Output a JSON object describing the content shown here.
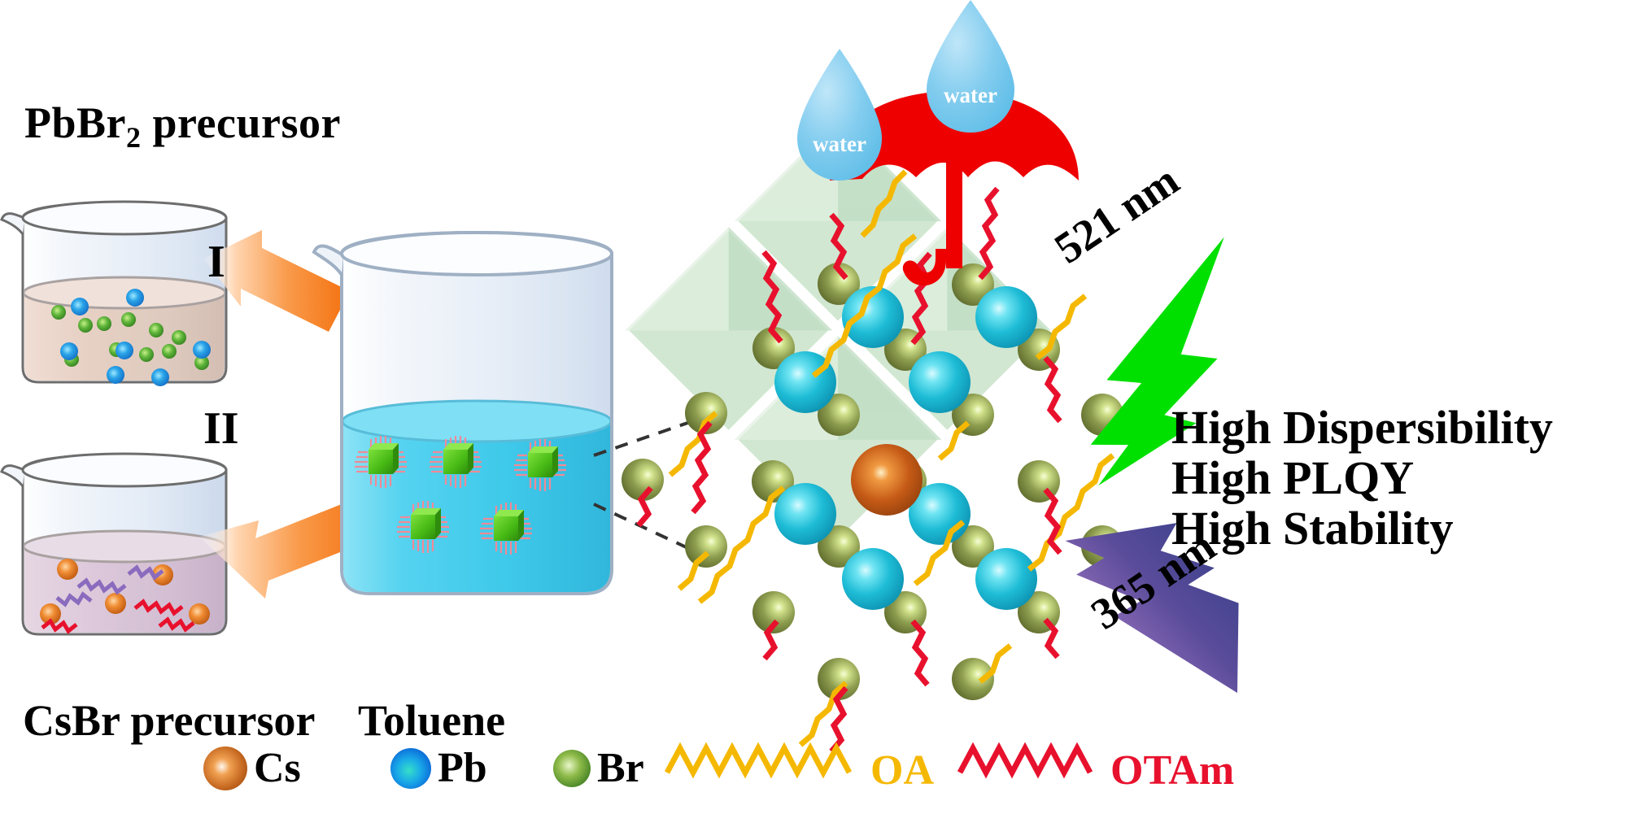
{
  "figure": {
    "type": "scientific-schematic",
    "subject": "CsPbBr3 perovskite quantum dot synthesis and properties"
  },
  "labels": {
    "pbbr2_precursor": "PbBr",
    "pbbr2_subscript": "2",
    "pbbr2_suffix": " precursor",
    "csbr_precursor": "CsBr precursor",
    "toluene": "Toluene",
    "step_one": "I",
    "step_two": "II",
    "water_drop_1": "water",
    "water_drop_2": "water",
    "emission_wavelength": "521 nm",
    "excitation_wavelength": "365 nm"
  },
  "properties": [
    "High Dispersibility",
    "High PLQY",
    "High Stability"
  ],
  "legend": [
    {
      "name": "Cs",
      "label": "Cs",
      "color": "#c4661f",
      "shape": "sphere"
    },
    {
      "name": "Pb",
      "label": "Pb",
      "color": "#19a9e8",
      "shape": "sphere"
    },
    {
      "name": "Br",
      "label": "Br",
      "color": "#3f7f22",
      "shape": "sphere"
    },
    {
      "name": "OA",
      "label": "OA",
      "color": "#F5B800",
      "shape": "zigzag-chain"
    },
    {
      "name": "OTAm",
      "label": "OTAm",
      "color": "#E8112D",
      "shape": "zigzag-chain"
    }
  ],
  "colors": {
    "arrow_orange": "#F57C20",
    "emission_green": "#00E000",
    "excitation_purple_start": "#3B3F8F",
    "excitation_purple_end": "#B47FD0",
    "umbrella_red": "#EE0000",
    "water_blue": "#7ECCF0",
    "toluene_liquid": "#45CDEC",
    "pb_sphere": "#16BCD4",
    "br_sphere": "#8a9a52",
    "cs_sphere": "#c4520f",
    "octahedra_green": "#bcdcc0",
    "qd_cube_green": "#4CBB17",
    "ligand_oa": "#F5B800",
    "ligand_otam": "#E8112D",
    "pbbr2_liquid": "#e3cbc0",
    "csbr_liquid": "#d9c4d4"
  },
  "beakers": {
    "pbbr2": {
      "liquid": "#e3cbc0",
      "particles": [
        "Pb",
        "Br"
      ]
    },
    "csbr": {
      "liquid": "#d9c4d4",
      "particles": [
        "Cs",
        "OA",
        "OTAm"
      ]
    },
    "toluene": {
      "liquid": "#45CDEC",
      "particles": [
        "quantum-dot-cube"
      ]
    }
  }
}
